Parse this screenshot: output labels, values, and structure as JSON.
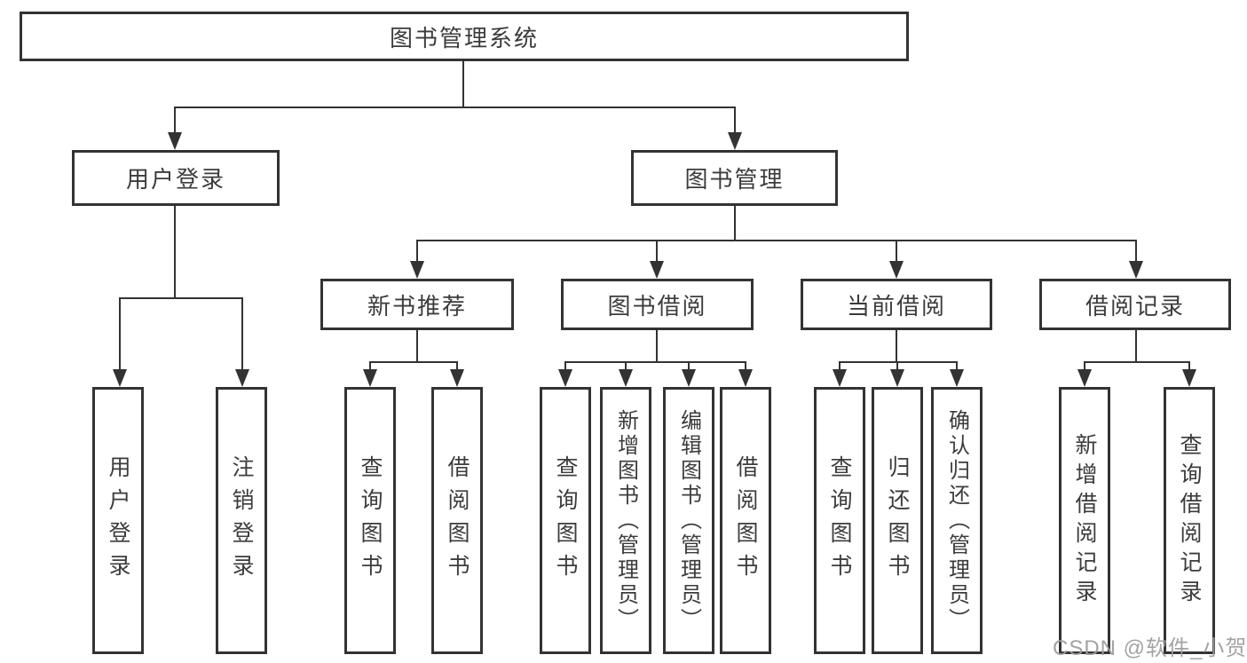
{
  "diagram_type": "functional-structure-tree",
  "colors": {
    "line": "#333333",
    "node_border": "#333333",
    "node_text": "#3c3c3c",
    "background": "#ffffff",
    "watermark": "#9e9e9e"
  },
  "root": {
    "label": "图书管理系统",
    "children": [
      {
        "label": "用户登录",
        "children": [
          {
            "label": "用户登录"
          },
          {
            "label": "注销登录"
          }
        ]
      },
      {
        "label": "图书管理",
        "children": [
          {
            "label": "新书推荐",
            "children": [
              {
                "label": "查询图书"
              },
              {
                "label": "借阅图书"
              }
            ]
          },
          {
            "label": "图书借阅",
            "children": [
              {
                "label": "查询图书"
              },
              {
                "label": "新增图书（管理员）"
              },
              {
                "label": "编辑图书（管理员）"
              },
              {
                "label": "借阅图书"
              }
            ]
          },
          {
            "label": "当前借阅",
            "children": [
              {
                "label": "查询图书"
              },
              {
                "label": "归还图书"
              },
              {
                "label": "确认归还（管理员）"
              }
            ]
          },
          {
            "label": "借阅记录",
            "children": [
              {
                "label": "新增借阅记录"
              },
              {
                "label": "查询借阅记录"
              }
            ]
          }
        ]
      }
    ]
  },
  "watermark": {
    "text": "CSDN @软件_小贺同学"
  }
}
